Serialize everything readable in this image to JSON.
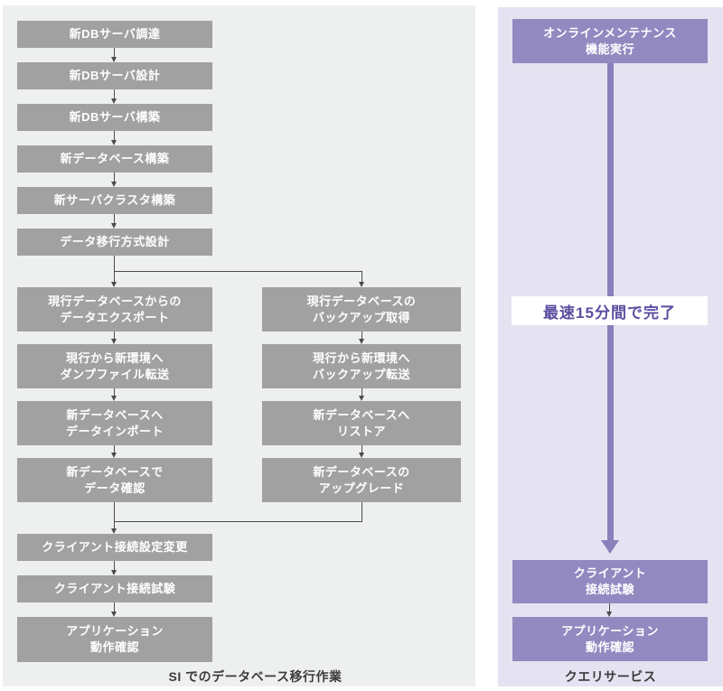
{
  "left_panel": {
    "caption": "SI でのデータベース移行作業",
    "steps_top": [
      "新DBサーバ調達",
      "新DBサーバ設計",
      "新DBサーバ構築",
      "新データベース構築",
      "新サーバクラスタ構築",
      "データ移行方式設計"
    ],
    "branch_left": [
      "現行データベースからの\nデータエクスポート",
      "現行から新環境へ\nダンプファイル転送",
      "新データベースへ\nデータインポート",
      "新データベースで\nデータ確認"
    ],
    "branch_right": [
      "現行データベースの\nバックアップ取得",
      "現行から新環境へ\nバックアップ転送",
      "新データベースへ\nリストア",
      "新データベースの\nアップグレード"
    ],
    "steps_bottom": [
      "クライアント接続設定変更",
      "クライアント接続試験",
      "アプリケーション\n動作確認"
    ]
  },
  "right_panel": {
    "caption": "クエリサービス",
    "start_step": "オンラインメンテナンス\n機能実行",
    "duration_note": "最速15分間で完了",
    "steps_bottom": [
      "クライアント\n接続試験",
      "アプリケーション\n動作確認"
    ]
  },
  "colors": {
    "left_panel_bg": "#eef0f0",
    "gray_box": "#a1a1a2",
    "right_panel_bg": "#e5e3f1",
    "purple_box": "#9389c1",
    "big_arrow": "#8b80bb",
    "note_text": "#5a4fa0",
    "connector": "#4c4c4c",
    "caption_text": "#3b3b3b"
  }
}
